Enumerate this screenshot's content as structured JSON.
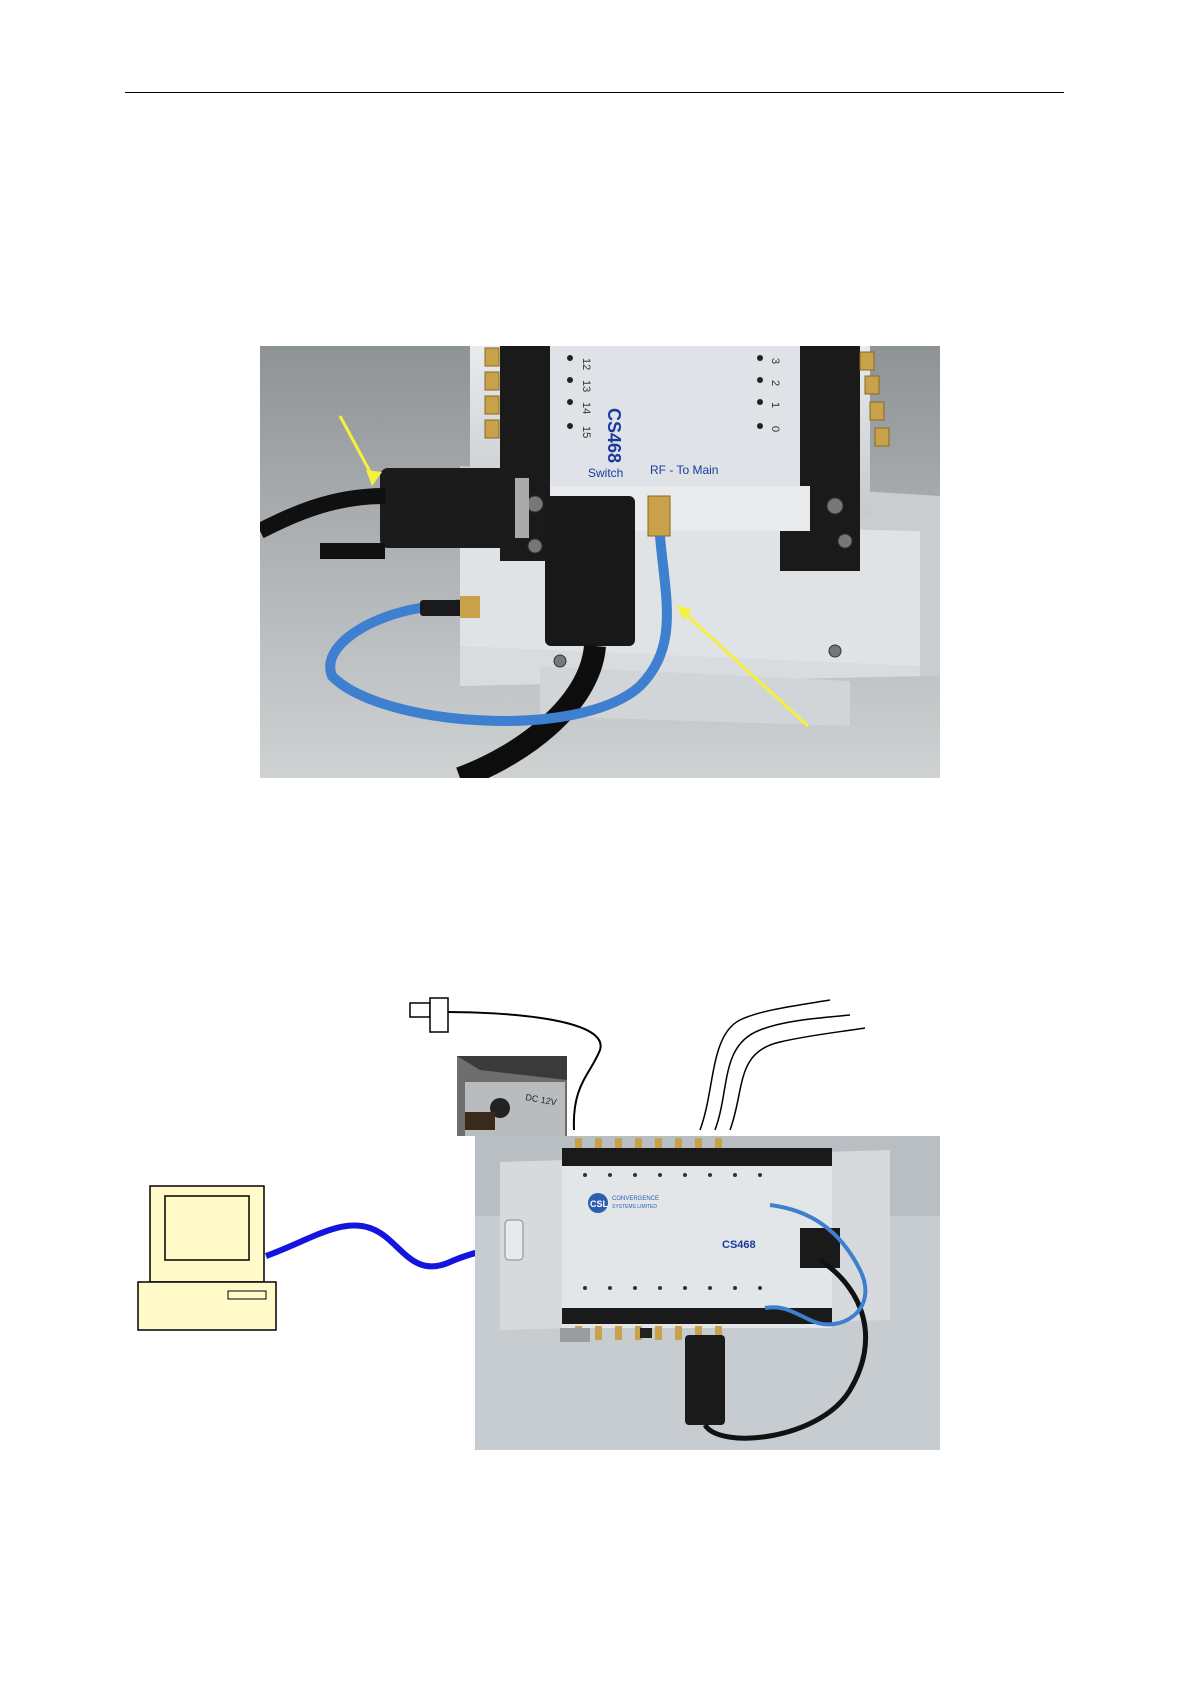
{
  "page": {
    "header_rule": true
  },
  "photo1": {
    "model_label": "CS468",
    "port_label_switch": "Switch",
    "port_label_rf": "RF - To Main",
    "port_numbers_left": [
      "12",
      "13",
      "14",
      "15"
    ],
    "port_numbers_right": [
      "3",
      "2",
      "1",
      "0"
    ],
    "arrow_color": "#f5f03c",
    "cable_color": "#3f7fd0"
  },
  "photo2": {
    "model_label": "CS468",
    "brand_logo": "CSL",
    "brand_line1": "CONVERGENCE",
    "brand_line2": "SYSTEMS LIMITED",
    "inset_label": "DC 12V",
    "pc_cable_color": "#1414e0",
    "pc_fill_color": "#fffac8"
  }
}
